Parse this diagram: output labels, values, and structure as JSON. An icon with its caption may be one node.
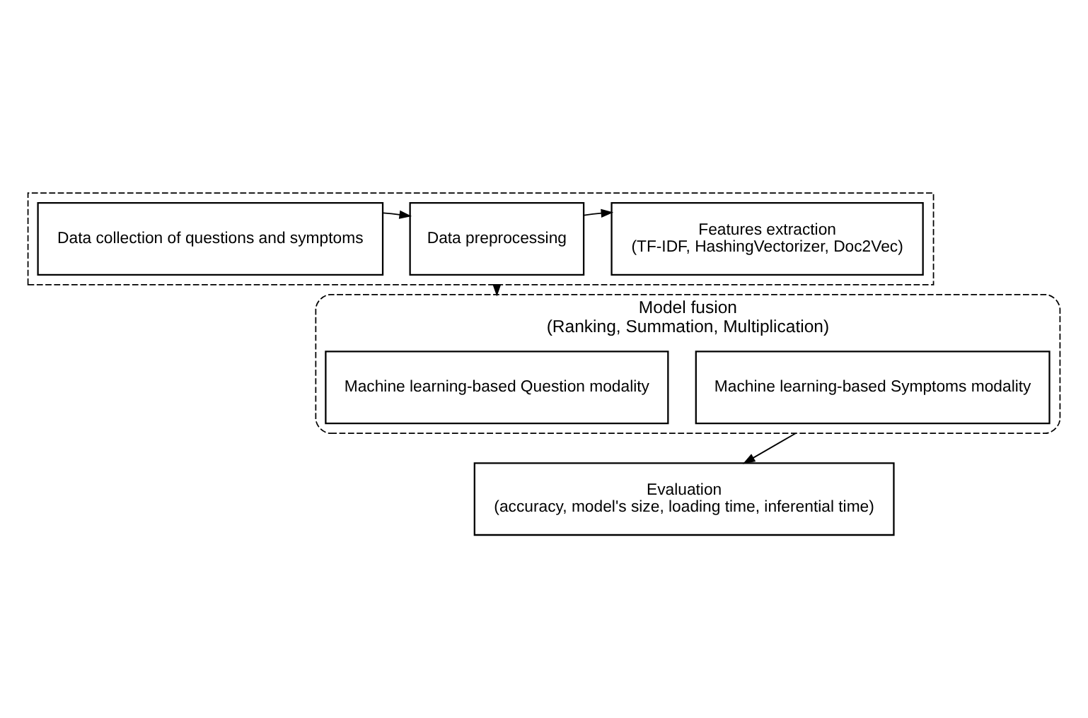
{
  "diagram": {
    "nodes": [
      {
        "text": [],
        "shape": "box"
      },
      {
        "text": [
          "Data collection of questions and symptoms"
        ],
        "in": 0
      },
      {
        "text": [
          "Data preprocessing"
        ],
        "in": 0
      },
      {
        "text": [
          "Features extraction",
          "(TF-IDF, HashingVectorizer, Doc2Vec)"
        ],
        "in": 0
      },
      {
        "text": [
          "Model fusion",
          "(Ranking, Summation, Multiplication)"
        ]
      },
      {
        "text": [
          "Machine learning-based Question modality"
        ],
        "in": 4
      },
      {
        "text": [
          "Machine learning-based Symptoms modality"
        ],
        "in": 4
      },
      {
        "text": [
          "Evaluation",
          "(accuracy, model's size, loading time, inferential time)"
        ]
      }
    ],
    "edges": [
      {
        "from": 1,
        "to": 2,
        "arrow": "to"
      },
      {
        "from": 2,
        "to": 3,
        "arrow": "to"
      },
      {
        "from": 0,
        "to": 4,
        "arrow": "to"
      },
      {
        "from": 4,
        "to": 7,
        "arrow": "to"
      }
    ]
  }
}
